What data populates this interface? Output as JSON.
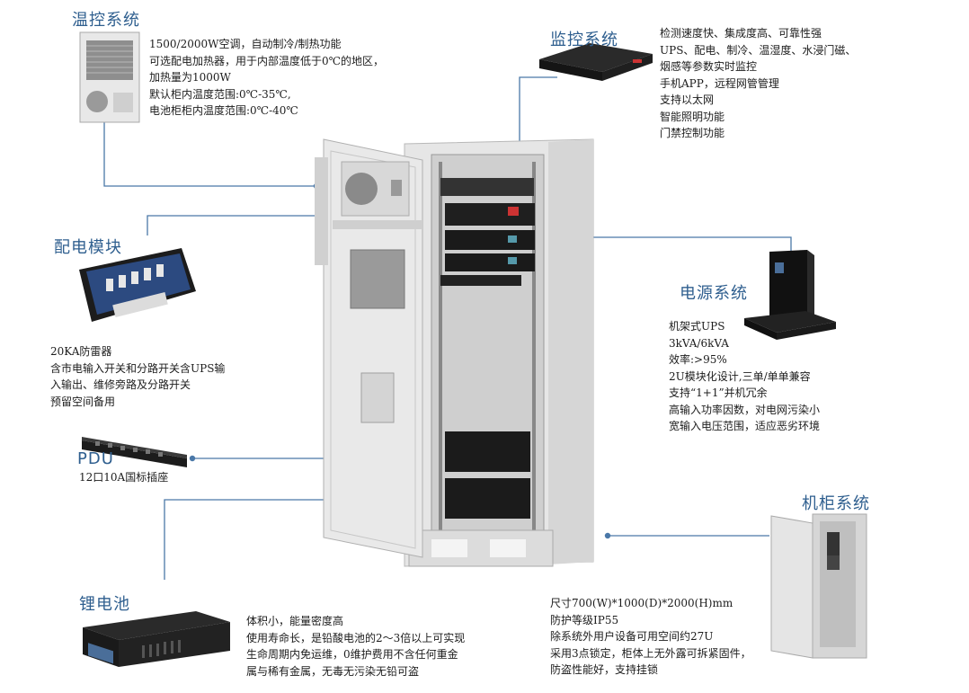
{
  "modules": {
    "temperature": {
      "title": "温控系统",
      "lines": [
        "1500/2000W空调，自动制冷/制热功能",
        "可选配电加热器，用于内部温度低于0℃的地区，",
        "加热量为1000W",
        "默认柜内温度范围:0℃-35℃,",
        "电池柜柜内温度范围:0℃-40℃"
      ]
    },
    "monitoring": {
      "title": "监控系统",
      "lines": [
        "检测速度快、集成度高、可靠性强",
        "UPS、配电、制冷、温湿度、水浸门磁、",
        "烟感等参数实时监控",
        "手机APP，远程网管管理",
        "支持以太网",
        "智能照明功能",
        "门禁控制功能"
      ]
    },
    "distribution": {
      "title": "配电模块",
      "lines": [
        "20KA防雷器",
        "含市电输入开关和分路开关含UPS输",
        "入输出、维修旁路及分路开关",
        "预留空间备用"
      ]
    },
    "power": {
      "title": "电源系统",
      "lines": [
        "机架式UPS",
        "3kVA/6kVA",
        "效率:>95%",
        "2U模块化设计,三单/单单兼容",
        "支持“1+1”并机冗余",
        "高输入功率因数，对电网污染小",
        "宽输入电压范围，适应恶劣环境"
      ]
    },
    "pdu": {
      "title": "PDU",
      "lines": [
        "12口10A国标插座"
      ]
    },
    "cabinet": {
      "title": "机柜系统",
      "lines": [
        "尺寸700(W)*1000(D)*2000(H)mm",
        "防护等级IP55",
        "除系统外用户设备可用空间约27U",
        "采用3点锁定，柜体上无外露可拆紧固件，",
        "防盗性能好，支持挂锁"
      ]
    },
    "battery": {
      "title": "锂电池",
      "lines": [
        "体积小，能量密度高",
        "使用寿命长，是铅酸电池的2～3倍以上可实现",
        "生命周期内免运维，0维护费用不含任何重金",
        "属与稀有金属，无毒无污染无铅可盗"
      ]
    }
  },
  "colors": {
    "title": "#2f5f8f",
    "connector": "#4a78a8"
  }
}
